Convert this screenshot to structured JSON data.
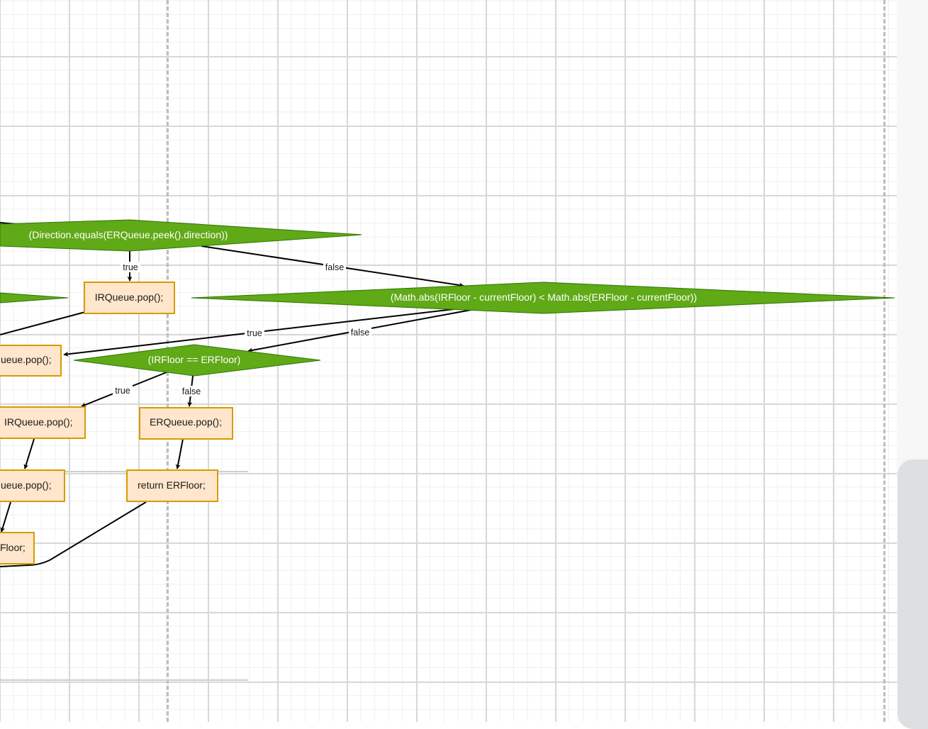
{
  "diagram": {
    "decisions": {
      "direction_check": "(Direction.equals(ERQueue.peek().direction))",
      "abs_compare": "(Math.abs(IRFloor - currentFloor) < Math.abs(ERFloor - currentFloor))",
      "floor_equal": "(IRFloor == ERFloor)"
    },
    "processes": {
      "irqueue_pop_top": "IRQueue.pop();",
      "queue_pop_left": "ueue.pop();",
      "irqueue_pop_mid": "IRQueue.pop();",
      "erqueue_pop": "ERQueue.pop();",
      "queue_pop_lower": "ueue.pop();",
      "return_erfloor": "return ERFloor;",
      "floor_partial": "Floor;"
    },
    "edge_labels": {
      "direction_true": "true",
      "direction_false": "false",
      "abs_true": "true",
      "abs_false": "false",
      "equal_true": "true",
      "equal_false": "false"
    }
  }
}
